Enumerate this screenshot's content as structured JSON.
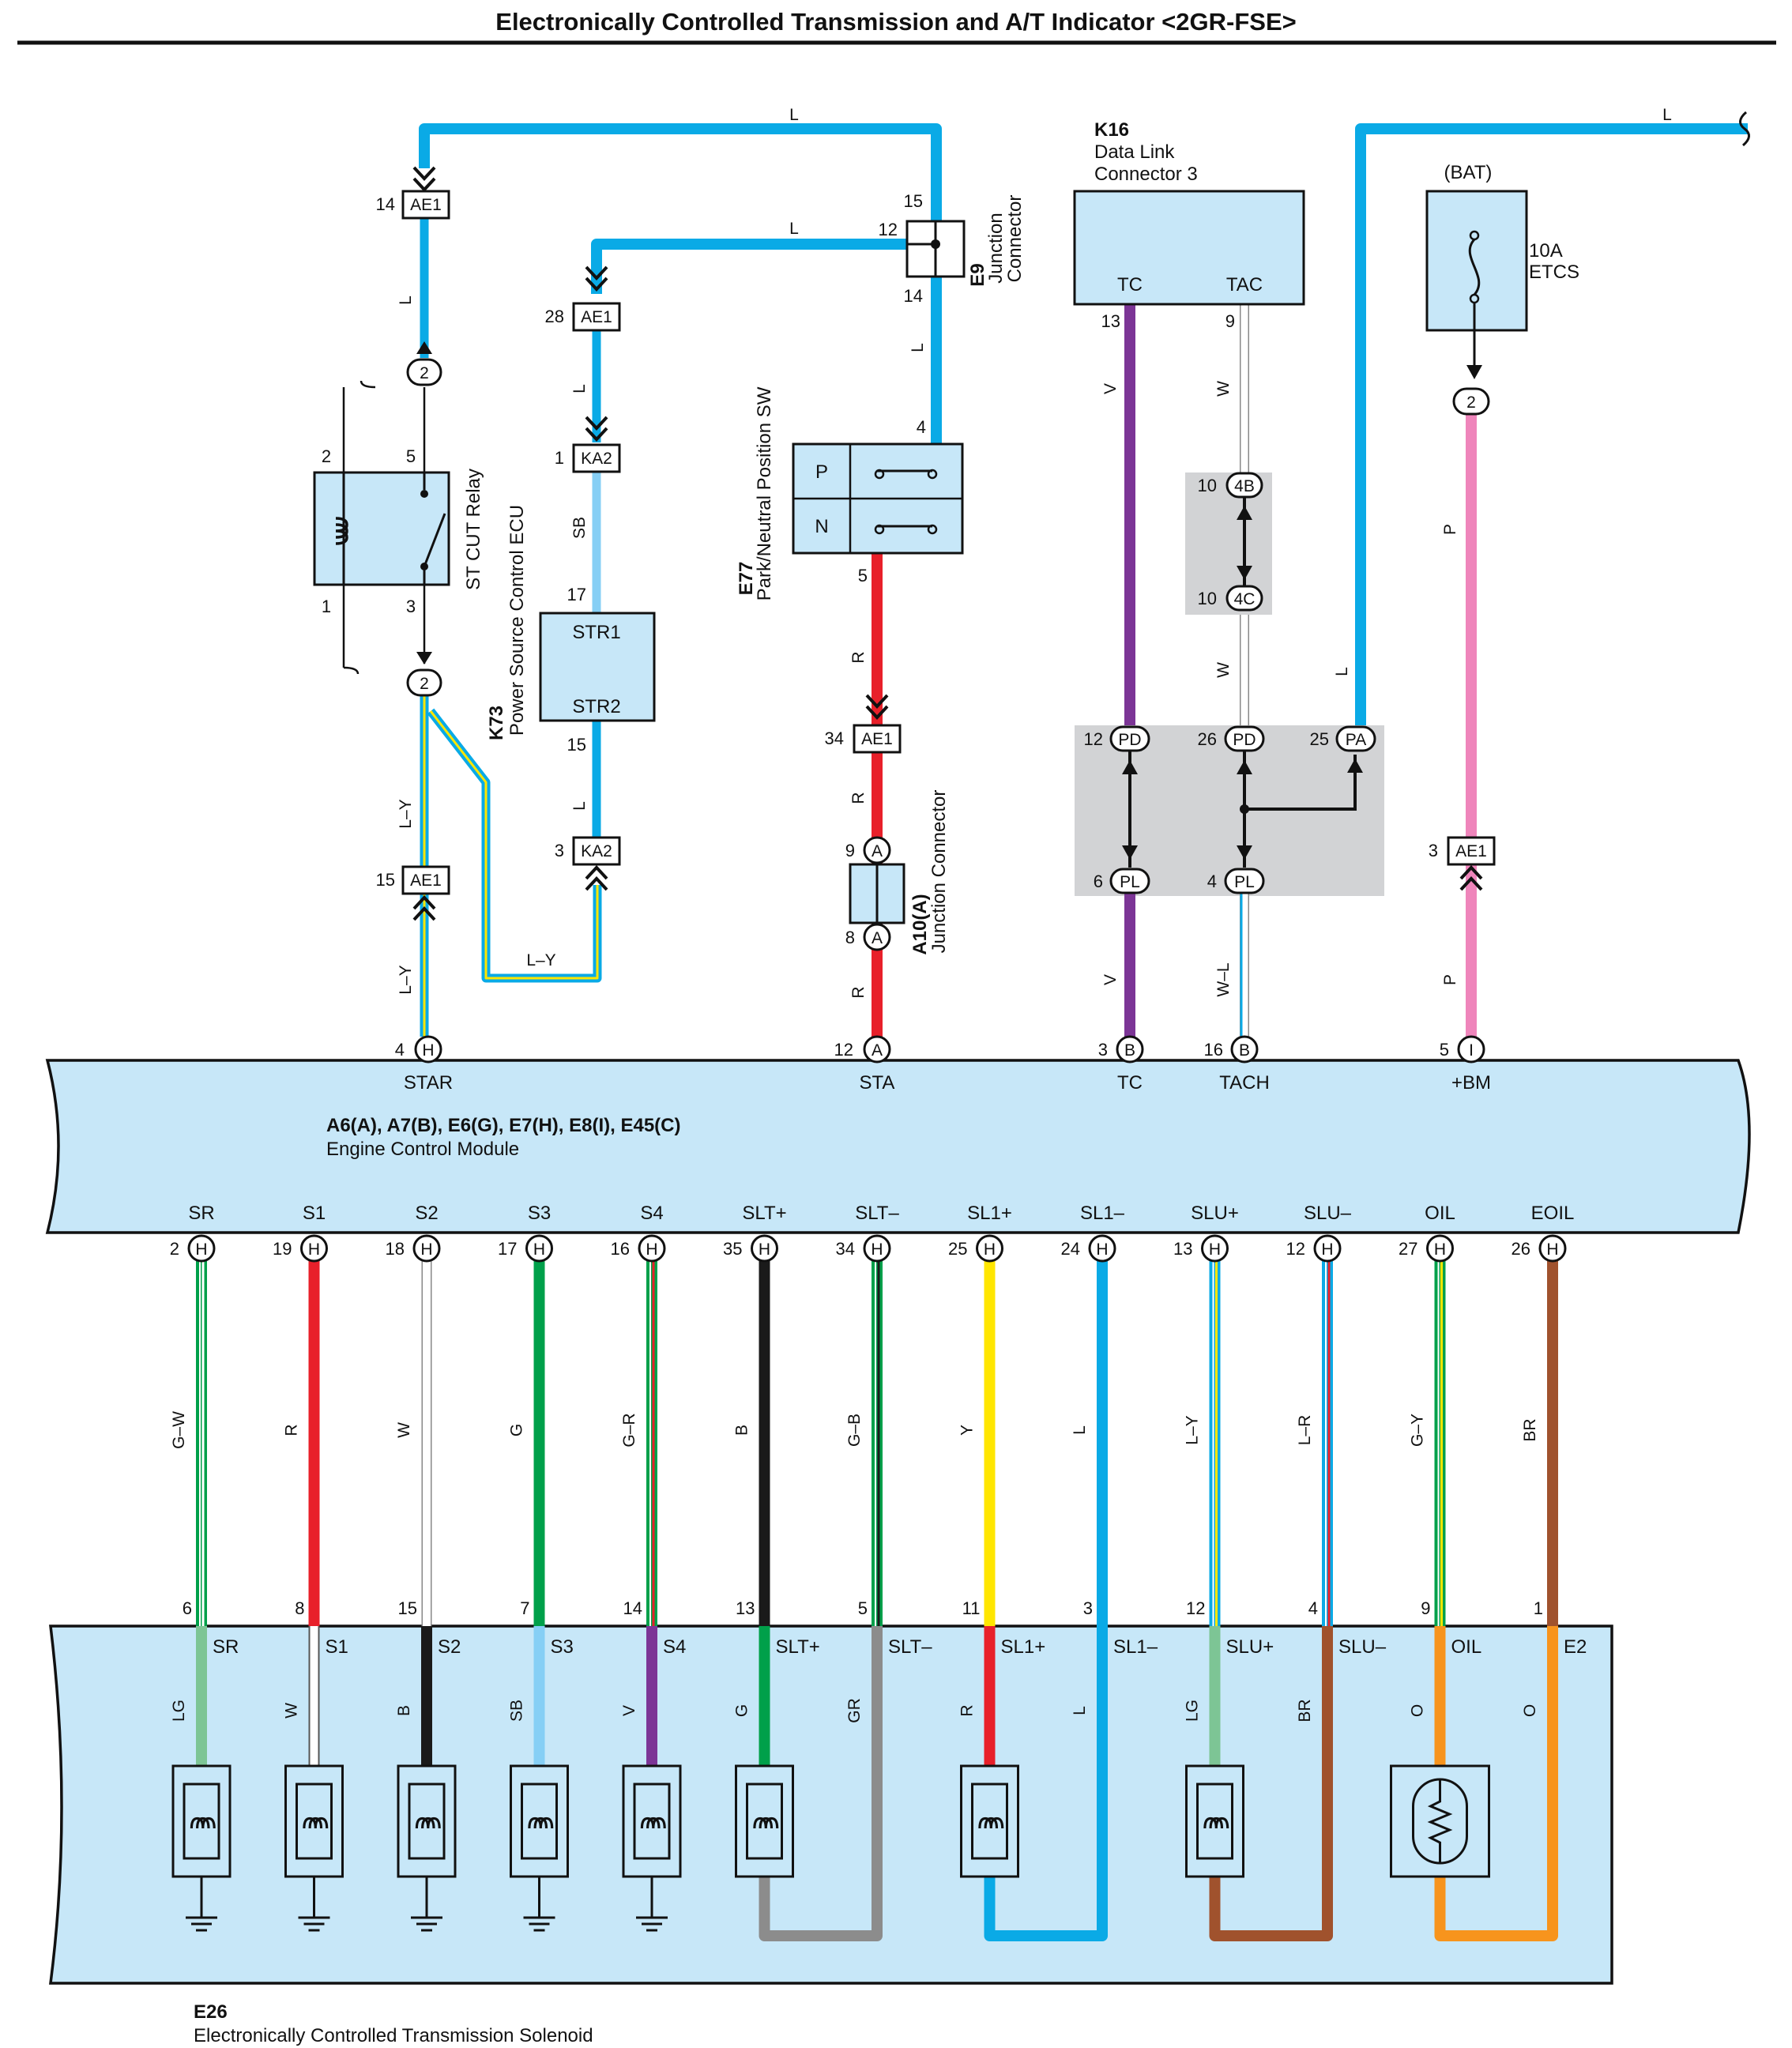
{
  "title": "Electronically Controlled Transmission and A/T Indicator <2GR-FSE>",
  "colors": {
    "L": "#0aaae6",
    "R": "#e8202a",
    "V": "#7c3596",
    "P": "#ef85bb",
    "W": "#ffffff",
    "G": "#00a04a",
    "B": "#1a1a1a",
    "Y": "#ffe600",
    "BR": "#a0522d",
    "SB": "#86cff5",
    "LG": "#7dc595",
    "GR": "#8c8c8c",
    "O": "#f7941d",
    "module_fill": "#c7e7f8",
    "component_fill": "#c7e7f8",
    "junction_fill": "#d2d3d5"
  },
  "top_wire_label": "L",
  "components": {
    "k16": {
      "code": "K16",
      "name_line1": "Data Link",
      "name_line2": "Connector 3",
      "pin_tc": "TC",
      "pin_tac": "TAC"
    },
    "bat": {
      "source": "(BAT)",
      "fuse_rating": "10A",
      "fuse_name": "ETCS"
    },
    "e9": {
      "code": "E9",
      "name_line1": "Junction",
      "name_line2": "Connector"
    },
    "e77": {
      "code": "E77",
      "name": "Park/Neutral Position SW",
      "pos_p": "P",
      "pos_n": "N"
    },
    "k73": {
      "code": "K73",
      "name": "Power Source Control ECU",
      "pin1": "STR1",
      "pin2": "STR2"
    },
    "relay": {
      "name": "ST CUT Relay"
    },
    "a10": {
      "code": "A10(A)",
      "name": "Junction Connector"
    },
    "ecm": {
      "codes": "A6(A), A7(B), E6(G), E7(H), E8(I), E45(C)",
      "name": "Engine Control Module"
    },
    "e26": {
      "code": "E26",
      "name": "Electronically Controlled Transmission Solenoid"
    }
  },
  "connectors": {
    "ae1": "AE1",
    "ka2": "KA2",
    "j2": "2",
    "pd": "PD",
    "pl": "PL",
    "pa": "PA",
    "b4b": "4B",
    "b4c": "4C",
    "a": "A",
    "h": "H",
    "b": "B",
    "i": "I"
  },
  "pins": {
    "ae1_14": "14",
    "ae1_28": "28",
    "ae1_15": "15",
    "ae1_34": "34",
    "ae1_3": "3",
    "ka2_1": "1",
    "ka2_3": "3",
    "k73_17": "17",
    "k73_15": "15",
    "relay_2": "2",
    "relay_5": "5",
    "relay_1": "1",
    "relay_3": "3",
    "e9_15": "15",
    "e9_12": "12",
    "e9_14": "14",
    "e77_4": "4",
    "e77_5": "5",
    "a10_9": "9",
    "a10_8": "8",
    "k16_13": "13",
    "k16_9": "9",
    "b4b_10": "10",
    "b4c_10": "10",
    "pd_12": "12",
    "pd_26": "26",
    "pa_25": "25",
    "pl_6": "6",
    "pl_4": "4"
  },
  "wire_labels": {
    "top_l1": "L",
    "top_l2": "L",
    "l_a": "L",
    "l_b": "L",
    "l_c": "L",
    "l_d": "L",
    "sb": "SB",
    "ly_1": "L–Y",
    "ly_2": "L–Y",
    "ly_3": "L–Y",
    "r_1": "R",
    "r_2": "R",
    "r_3": "R",
    "v_1": "V",
    "v_2": "V",
    "w_1": "W",
    "w_2": "W",
    "wl": "W–L",
    "p_1": "P",
    "p_2": "P",
    "l_pa": "L"
  },
  "ecm_top_pins": [
    {
      "name": "STAR",
      "num": "4",
      "conn": "H"
    },
    {
      "name": "STA",
      "num": "12",
      "conn": "A"
    },
    {
      "name": "TC",
      "num": "3",
      "conn": "B"
    },
    {
      "name": "TACH",
      "num": "16",
      "conn": "B"
    },
    {
      "name": "+BM",
      "num": "5",
      "conn": "I"
    }
  ],
  "solenoid_circuits": [
    {
      "ecm_pin": "SR",
      "ecm_num": "2",
      "wire": "G–W",
      "e26_num": "6",
      "e26_pin": "SR",
      "int_wire": "LG"
    },
    {
      "ecm_pin": "S1",
      "ecm_num": "19",
      "wire": "R",
      "e26_num": "8",
      "e26_pin": "S1",
      "int_wire": "W"
    },
    {
      "ecm_pin": "S2",
      "ecm_num": "18",
      "wire": "W",
      "e26_num": "15",
      "e26_pin": "S2",
      "int_wire": "B"
    },
    {
      "ecm_pin": "S3",
      "ecm_num": "17",
      "wire": "G",
      "e26_num": "7",
      "e26_pin": "S3",
      "int_wire": "SB"
    },
    {
      "ecm_pin": "S4",
      "ecm_num": "16",
      "wire": "G–R",
      "e26_num": "14",
      "e26_pin": "S4",
      "int_wire": "V"
    },
    {
      "ecm_pin": "SLT+",
      "ecm_num": "35",
      "wire": "B",
      "e26_num": "13",
      "e26_pin": "SLT+",
      "int_wire": "G"
    },
    {
      "ecm_pin": "SLT–",
      "ecm_num": "34",
      "wire": "G–B",
      "e26_num": "5",
      "e26_pin": "SLT–",
      "int_wire": "GR"
    },
    {
      "ecm_pin": "SL1+",
      "ecm_num": "25",
      "wire": "Y",
      "e26_num": "11",
      "e26_pin": "SL1+",
      "int_wire": "R"
    },
    {
      "ecm_pin": "SL1–",
      "ecm_num": "24",
      "wire": "L",
      "e26_num": "3",
      "e26_pin": "SL1–",
      "int_wire": "L"
    },
    {
      "ecm_pin": "SLU+",
      "ecm_num": "13",
      "wire": "L–Y",
      "e26_num": "12",
      "e26_pin": "SLU+",
      "int_wire": "LG"
    },
    {
      "ecm_pin": "SLU–",
      "ecm_num": "12",
      "wire": "L–R",
      "e26_num": "4",
      "e26_pin": "SLU–",
      "int_wire": "BR"
    },
    {
      "ecm_pin": "OIL",
      "ecm_num": "27",
      "wire": "G–Y",
      "e26_num": "9",
      "e26_pin": "OIL",
      "int_wire": "O"
    },
    {
      "ecm_pin": "EOIL",
      "ecm_num": "26",
      "wire": "BR",
      "e26_num": "1",
      "e26_pin": "E2",
      "int_wire": "O"
    }
  ]
}
